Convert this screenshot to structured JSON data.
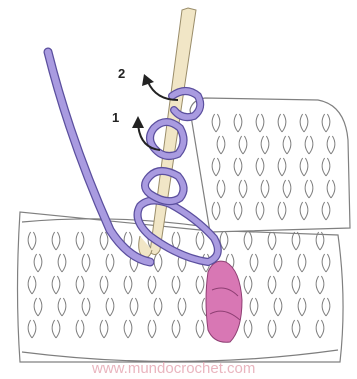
{
  "diagram": {
    "steps": [
      {
        "label": "1"
      },
      {
        "label": "2"
      }
    ],
    "watermark": "www.mundocrochet.com",
    "colors": {
      "yarn": "#a99be0",
      "yarn_outline": "#5b4f9e",
      "highlight_stitch": "#d877b4",
      "fabric_outline": "#7e7e7e",
      "hook": "#f1e6c6",
      "hook_outline": "#9a8d6a"
    }
  }
}
